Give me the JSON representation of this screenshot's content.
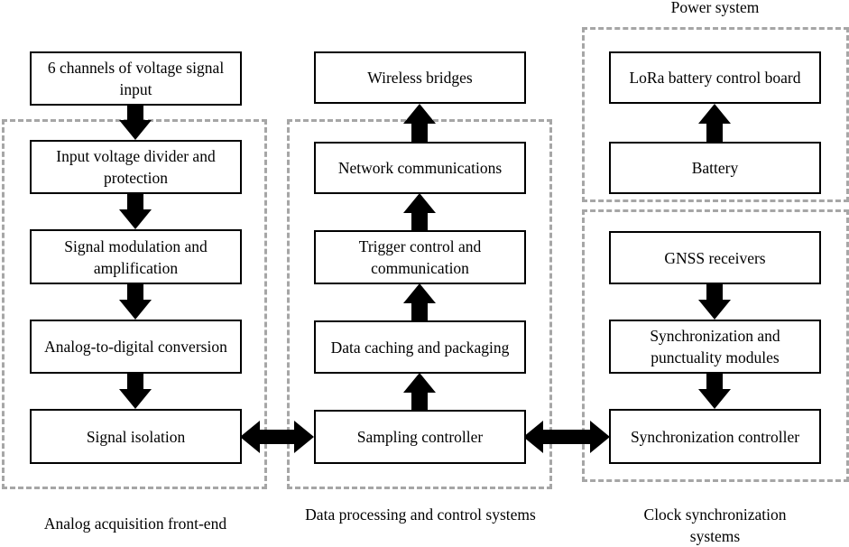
{
  "colors": {
    "group_border": "#a6a6a6",
    "box_border": "#000000",
    "arrow_fill": "#000000",
    "background": "#ffffff"
  },
  "groups": {
    "analog": {
      "label": "Analog acquisition front-end",
      "boxes": {
        "input": "6 channels of voltage signal input",
        "divider": "Input voltage divider and protection",
        "modulation": "Signal modulation and amplification",
        "adc": "Analog-to-digital conversion",
        "isolation": "Signal isolation"
      }
    },
    "processing": {
      "label": "Data processing and control systems",
      "boxes": {
        "wireless": "Wireless bridges",
        "network": "Network communications",
        "trigger": "Trigger control and communication",
        "caching": "Data caching and packaging",
        "sampling": "Sampling controller"
      }
    },
    "power": {
      "label": "Power system",
      "boxes": {
        "lora": "LoRa battery control board",
        "battery": "Battery"
      }
    },
    "clock": {
      "label": "Clock synchronization systems",
      "boxes": {
        "gnss": "GNSS receivers",
        "sync_modules": "Synchronization and punctuality modules",
        "sync_controller": "Synchronization controller"
      }
    }
  }
}
